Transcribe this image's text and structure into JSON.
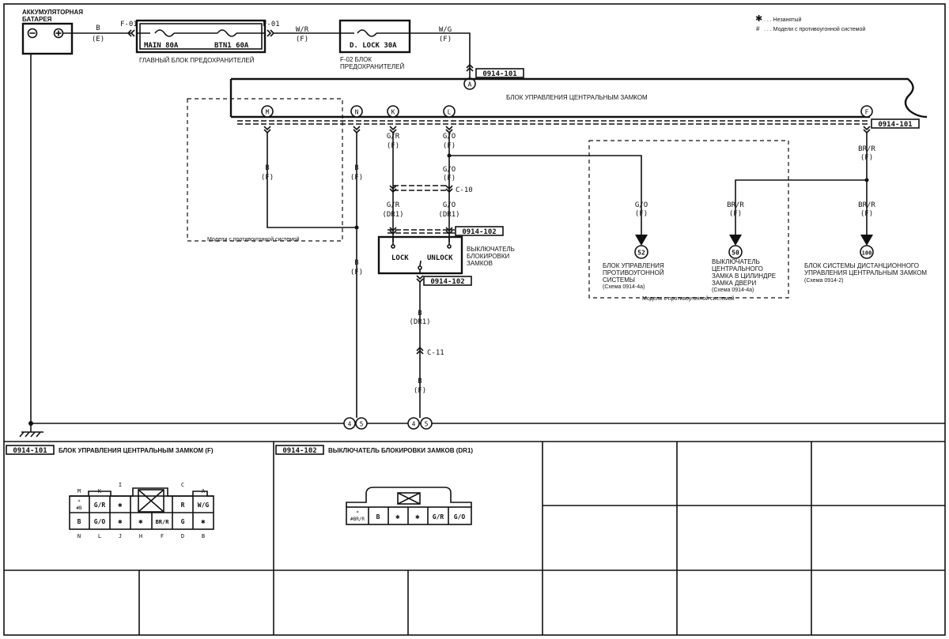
{
  "legend": {
    "unused_symbol": "✱",
    "unused_text": ". . .  Незанятый",
    "theft_symbol": "#",
    "theft_text": ". . .  Модели с противоугонной системой"
  },
  "battery": {
    "label_line1": "АККУМУЛЯТОРНАЯ",
    "label_line2": "БАТАРЕЯ",
    "wire_color": "B",
    "wire_harness": "(E)"
  },
  "main_fuse_block": {
    "connector_left": "F-01",
    "connector_right": "F-01",
    "fuse1": "MAIN 80A",
    "fuse2": "BTN1 60A",
    "caption": "ГЛАВНЫЙ БЛОК ПРЕДОХРАНИТЕЛЕЙ"
  },
  "wire_after_main": {
    "color": "W/R",
    "harness": "(F)"
  },
  "fuse_block_f02": {
    "fuse": "D. LOCK 30A",
    "caption_line1": "F-02 БЛОК",
    "caption_line2": "ПРЕДОХРАНИТЕЛЕЙ"
  },
  "wire_to_module": {
    "color": "W/G",
    "harness": "(F)",
    "connector": "0914-101"
  },
  "module": {
    "title": "БЛОК УПРАВЛЕНИЯ ЦЕНТРАЛЬНЫМ ЗАМКОМ",
    "connector": "0914-101",
    "terminals": [
      "A",
      "M",
      "N",
      "K",
      "L",
      "F"
    ]
  },
  "wires": {
    "m_color": "B",
    "m_harness": "(F)",
    "n_color": "B",
    "n_harness": "(F)",
    "n2_color": "B",
    "n2_harness": "(F)",
    "k_color": "G/R",
    "k_harness": "(F)",
    "l_color": "G/O",
    "l_harness": "(F)",
    "l2_color": "G/O",
    "l2_harness": "(F)",
    "c10": "C-10",
    "k3_color": "G/R",
    "k3_harness": "(DR1)",
    "l3_color": "G/O",
    "l3_harness": "(DR1)",
    "f_color": "BR/R",
    "f_harness": "(F)",
    "f2_color": "BR/R",
    "f2_harness": "(F)",
    "f3_color": "BR/R",
    "f3_harness": "(F)",
    "go_color": "G/O",
    "go_harness": "(F)",
    "sw_out_color": "B",
    "sw_out_harness": "(DR1)",
    "c11": "C-11",
    "sw_out2_color": "B",
    "sw_out2_harness": "(F)"
  },
  "switch": {
    "connector_top": "0914-102",
    "connector_bottom": "0914-102",
    "lock": "LOCK",
    "unlock": "UNLOCK",
    "caption_line1": "ВЫКЛЮЧАТЕЛЬ",
    "caption_line2": "БЛОКИРОВКИ",
    "caption_line3": "ЗАМКОВ"
  },
  "theft_note_left": "Модели с противоугонной системой",
  "theft_note_right": "Модели с противоугонной системой",
  "destinations": [
    {
      "num": "52",
      "line1": "БЛОК УПРАВЛЕНИЯ",
      "line2": "ПРОТИВОУГОННОЙ",
      "line3": "СИСТЕМЫ",
      "ref": "(Схема 0914-4а)"
    },
    {
      "num": "50",
      "line1": "ВЫКЛЮЧАТЕЛЬ",
      "line2": "ЦЕНТРАЛЬНОГО",
      "line3": "ЗАМКА В ЦИЛИНДРЕ",
      "line4": "ЗАМКА ДВЕРИ",
      "ref": "(Схема 0914-4а)"
    },
    {
      "num": "100",
      "line1": "БЛОК СИСТЕМЫ ДИСТАНЦИОННОГО",
      "line2": "УПРАВЛЕНИЯ ЦЕНТРАЛЬНЫМ ЗАМКОМ",
      "ref": "(Схема 0914-2)"
    }
  ],
  "ground_points": [
    "4",
    "5",
    "4",
    "5"
  ],
  "connector_views": [
    {
      "id": "0914-101",
      "title": "БЛОК УПРАВЛЕНИЯ ЦЕНТРАЛЬНЫМ ЗАМКОМ (F)",
      "top_letters": [
        "M",
        "K",
        "I",
        "C",
        "A"
      ],
      "row1": [
        "*\n#B",
        "G/R",
        "✱",
        "",
        "R",
        "W/G"
      ],
      "row2": [
        "B",
        "G/O",
        "✱",
        "✱",
        "BR/R",
        "G",
        "✱"
      ],
      "bottom_letters": [
        "N",
        "L",
        "J",
        "H",
        "F",
        "D",
        "B"
      ]
    },
    {
      "id": "0914-102",
      "title": "ВЫКЛЮЧАТЕЛЬ БЛОКИРОВКИ ЗАМКОВ (DR1)",
      "row": [
        "*\n#BR/R",
        "B",
        "✱",
        "✱",
        "G/R",
        "G/O"
      ]
    }
  ]
}
